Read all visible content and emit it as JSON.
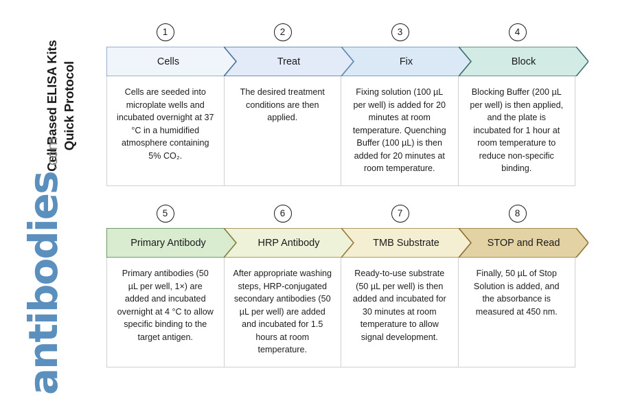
{
  "side_title": {
    "line1": "Cell Based ELISA Kits",
    "line2": "Quick Protocol"
  },
  "brand": {
    "name": "antibodies",
    "tld": ".com",
    "name_color": "#5b8fbe",
    "tld_color": "#8a8a8a"
  },
  "rows": [
    {
      "id": "row-1",
      "steps": [
        {
          "number": "1",
          "label": "Cells",
          "fill": "#f0f5fb",
          "stroke": "#7c9dc0",
          "body": "Cells are seeded into microplate wells and incubated overnight at 37 °C in a humidified atmosphere containing 5% CO₂."
        },
        {
          "number": "2",
          "label": "Treat",
          "fill": "#e3eaf8",
          "stroke": "#51739e",
          "body": "The desired treatment conditions are then applied."
        },
        {
          "number": "3",
          "label": "Fix",
          "fill": "#dbe9f6",
          "stroke": "#5d8cb3",
          "body": "Fixing solution (100 µL per well) is added for 20 minutes at room temperature. Quenching Buffer (100 µL) is then added for 20 minutes at room temperature."
        },
        {
          "number": "4",
          "label": "Block",
          "fill": "#d2ece5",
          "stroke": "#40706c",
          "body": "Blocking Buffer (200 µL per well) is then applied, and the plate is incubated for 1 hour at room temperature to reduce non-specific binding."
        }
      ]
    },
    {
      "id": "row-2",
      "steps": [
        {
          "number": "5",
          "label": "Primary Antibody",
          "fill": "#d9ecd0",
          "stroke": "#4b8040",
          "body": "Primary antibodies (50 µL per well, 1×) are added and incubated overnight at 4 °C to allow specific binding to the target antigen."
        },
        {
          "number": "6",
          "label": "HRP Antibody",
          "fill": "#edf2d8",
          "stroke": "#8a8140",
          "body": "After appropriate washing steps, HRP-conjugated secondary antibodies (50 µL per well) are added and incubated for 1.5 hours at room temperature."
        },
        {
          "number": "7",
          "label": "TMB Substrate",
          "fill": "#f4eed2",
          "stroke": "#9a7f3c",
          "body": "Ready-to-use substrate (50 µL per well) is then added and incubated for 30 minutes at room temperature to allow signal development."
        },
        {
          "number": "8",
          "label": "STOP and Read",
          "fill": "#e3d2a4",
          "stroke": "#8d7433",
          "body": "Finally, 50 µL of Stop Solution is added, and the absorbance is measured at 450 nm."
        }
      ]
    }
  ]
}
